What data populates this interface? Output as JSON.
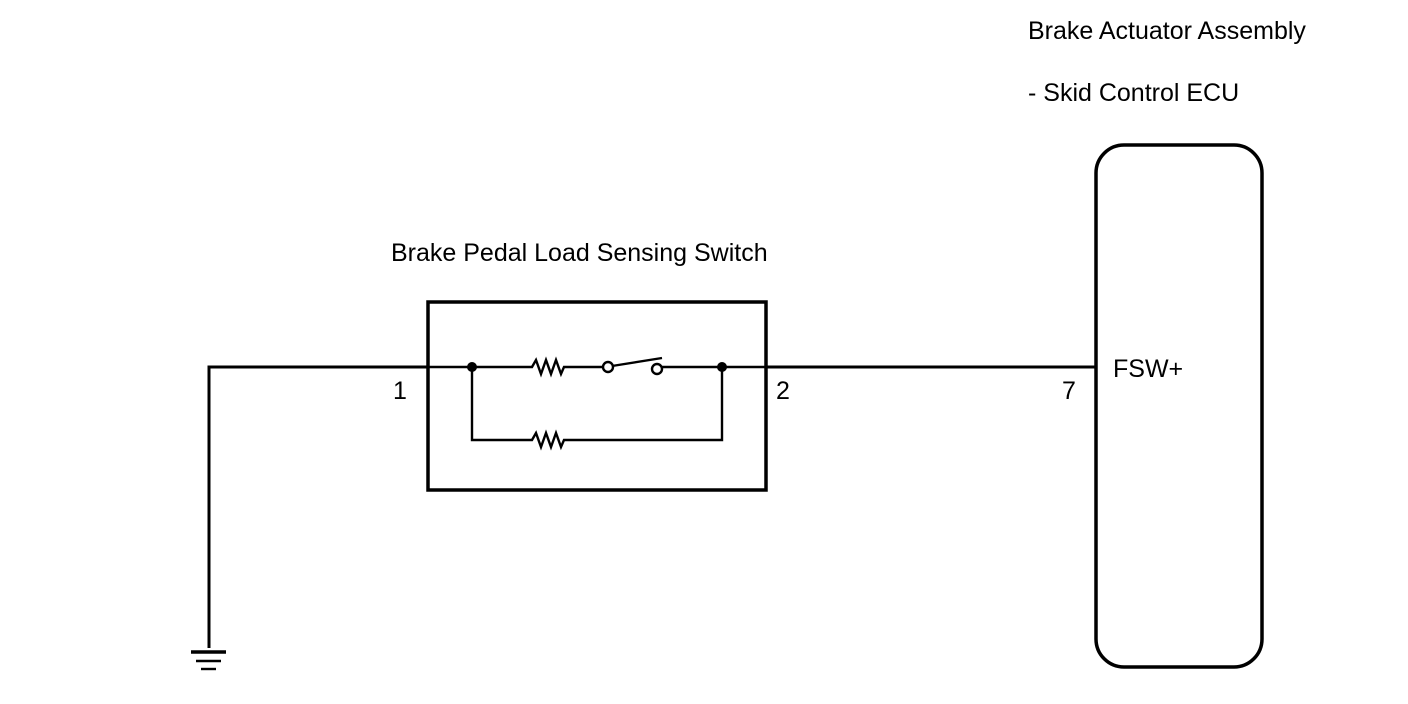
{
  "ecu": {
    "title": "Brake Actuator Assembly",
    "subtitle": "- Skid Control ECU",
    "terminal_name": "FSW+",
    "pin": "7"
  },
  "switch": {
    "title": "Brake Pedal Load Sensing Switch",
    "pin_left": "1",
    "pin_right": "2"
  },
  "colors": {
    "line": "#000000",
    "background": "#ffffff"
  },
  "icons": [
    "ground-icon",
    "resistor-icon",
    "switch-icon",
    "junction-dot-icon"
  ]
}
